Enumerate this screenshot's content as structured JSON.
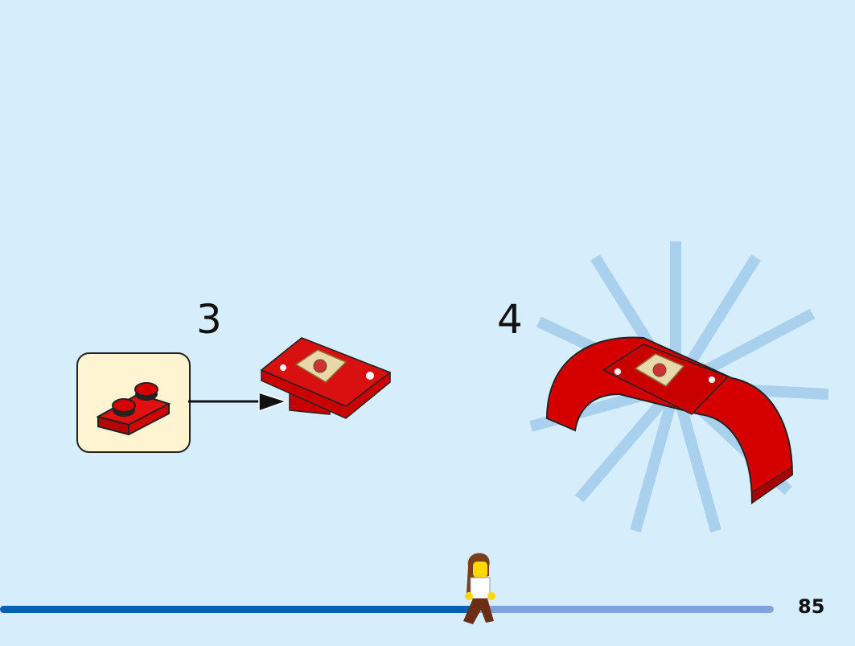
{
  "steps": [
    {
      "number": "3"
    },
    {
      "number": "4"
    }
  ],
  "progress": {
    "percent": 62
  },
  "page_number": "85",
  "colors": {
    "background": "#d6edfb",
    "brick_red": "#d40000",
    "callout_bg": "#fff4d2",
    "progress_done": "#0b5fb0",
    "progress_remaining": "#7fa4d8"
  }
}
